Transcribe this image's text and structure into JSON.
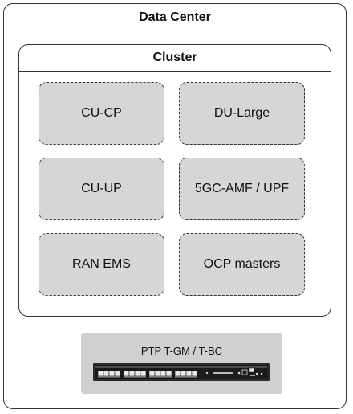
{
  "data_center": {
    "title": "Data Center"
  },
  "cluster": {
    "title": "Cluster",
    "nodes": [
      {
        "label": "CU-CP"
      },
      {
        "label": "DU-Large"
      },
      {
        "label": "CU-UP"
      },
      {
        "label": "5GC-AMF / UPF"
      },
      {
        "label": "RAN EMS"
      },
      {
        "label": "OCP masters"
      }
    ]
  },
  "ptp": {
    "label": "PTP T-GM / T-BC",
    "device_icon": "network-switch-icon"
  },
  "colors": {
    "node_fill": "#d6d6d6",
    "ptp_fill": "#d0d0d0",
    "border": "#333333"
  }
}
